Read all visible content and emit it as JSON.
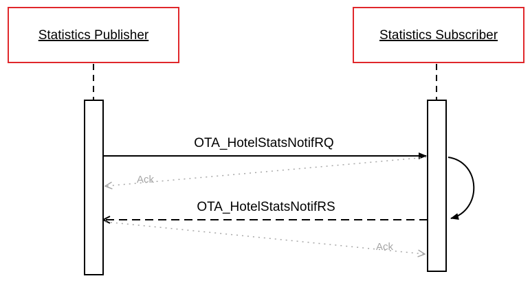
{
  "participants": {
    "publisher": {
      "label": "Statistics Publisher"
    },
    "subscriber": {
      "label": "Statistics Subscriber"
    }
  },
  "messages": {
    "request": {
      "label": "OTA_HotelStatsNotifRQ"
    },
    "ack_to_publisher": {
      "label": "Ack"
    },
    "response": {
      "label": "OTA_HotelStatsNotifRS"
    },
    "ack_to_subscriber": {
      "label": "Ack"
    }
  },
  "colors": {
    "participant_border": "#e0272b",
    "line": "#000000",
    "ack": "#a6a6a6"
  }
}
